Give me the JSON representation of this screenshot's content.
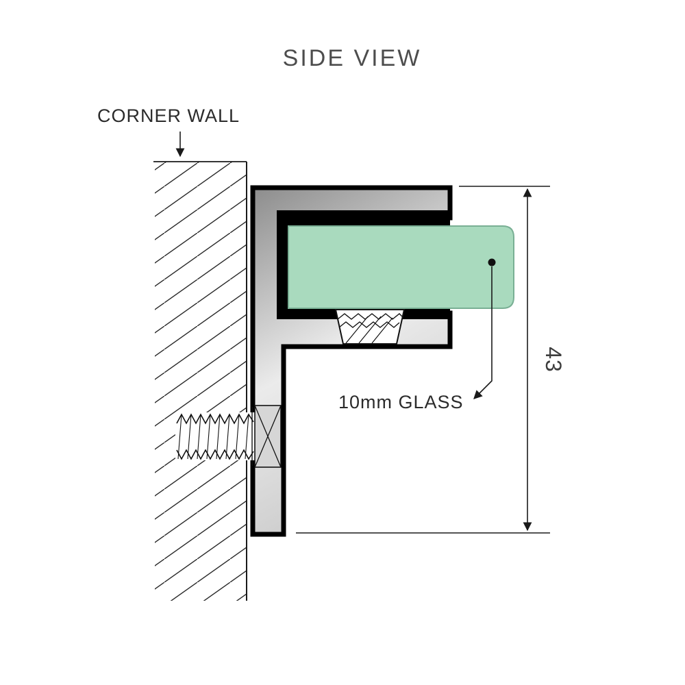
{
  "title": "SIDE VIEW",
  "labels": {
    "corner_wall": "CORNER WALL",
    "glass": "10mm GLASS",
    "dimension_height": "43"
  },
  "colors": {
    "glass_fill": "#a9dabe",
    "glass_edge": "#79af94",
    "metal_dark": "#8c8c8c",
    "metal_light": "#ebebeb",
    "metal_mid": "#bdbdbd",
    "seal_black": "#000000",
    "line": "#1a1a1a",
    "title_text": "#4d4d4d"
  }
}
